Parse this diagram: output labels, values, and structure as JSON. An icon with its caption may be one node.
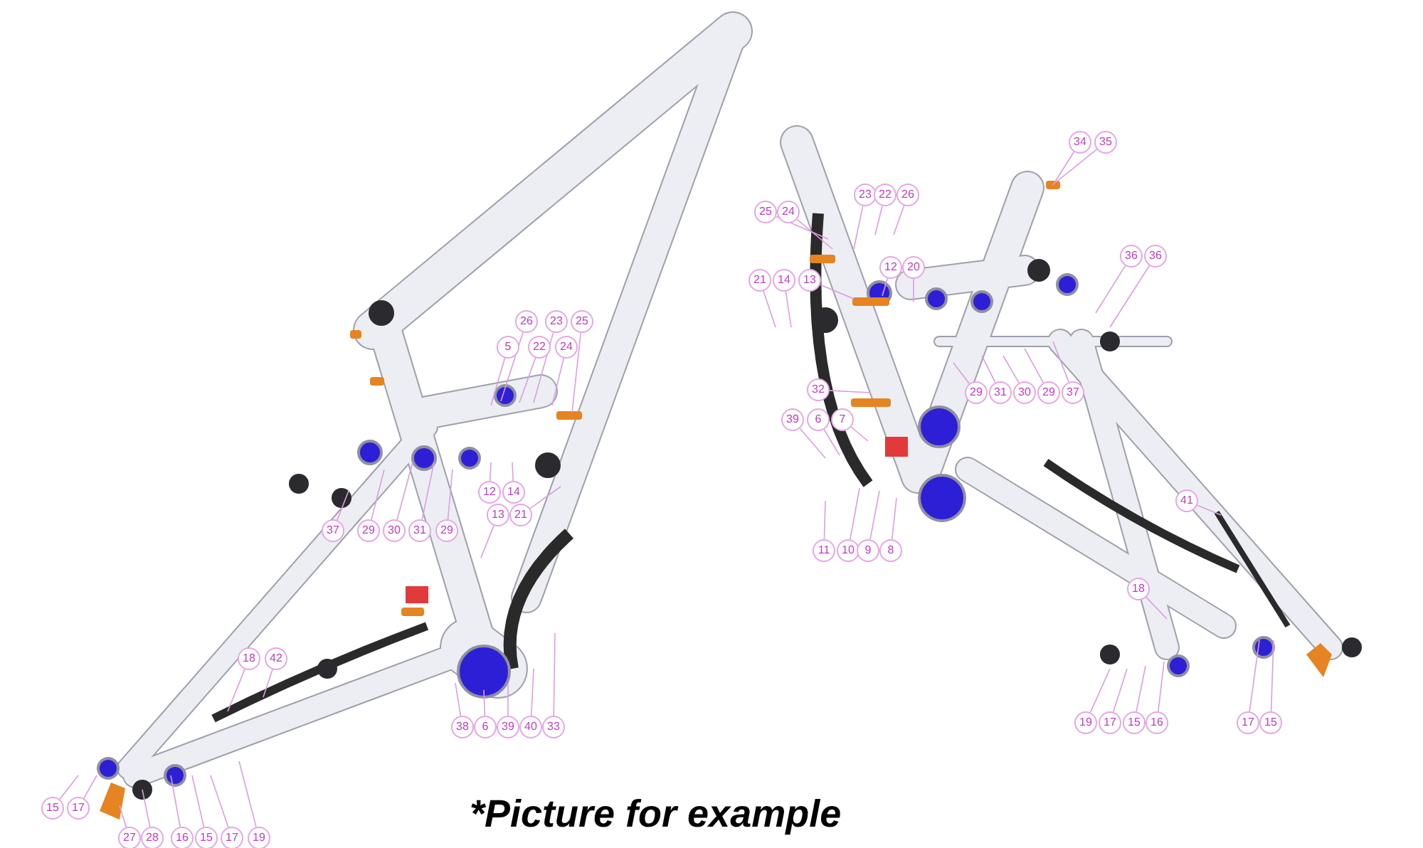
{
  "diagram": {
    "caption": "*Picture for example",
    "nodes": [
      {
        "text": [
          "26"
        ]
      },
      {
        "text": [
          "23"
        ]
      },
      {
        "text": [
          "25"
        ]
      },
      {
        "text": [
          "5"
        ]
      },
      {
        "text": [
          "22"
        ]
      },
      {
        "text": [
          "24"
        ]
      },
      {
        "text": [
          "12"
        ]
      },
      {
        "text": [
          "14"
        ]
      },
      {
        "text": [
          "13"
        ]
      },
      {
        "text": [
          "21"
        ]
      },
      {
        "text": [
          "37"
        ]
      },
      {
        "text": [
          "29"
        ]
      },
      {
        "text": [
          "30"
        ]
      },
      {
        "text": [
          "31"
        ]
      },
      {
        "text": [
          "29"
        ]
      },
      {
        "text": [
          "18"
        ]
      },
      {
        "text": [
          "42"
        ]
      },
      {
        "text": [
          "15"
        ]
      },
      {
        "text": [
          "17"
        ]
      },
      {
        "text": [
          "27"
        ]
      },
      {
        "text": [
          "28"
        ]
      },
      {
        "text": [
          "16"
        ]
      },
      {
        "text": [
          "15"
        ]
      },
      {
        "text": [
          "17"
        ]
      },
      {
        "text": [
          "19"
        ]
      },
      {
        "text": [
          "38"
        ]
      },
      {
        "text": [
          "6"
        ]
      },
      {
        "text": [
          "39"
        ]
      },
      {
        "text": [
          "40"
        ]
      },
      {
        "text": [
          "33"
        ]
      },
      {
        "text": [
          "34"
        ]
      },
      {
        "text": [
          "35"
        ]
      },
      {
        "text": [
          "23"
        ]
      },
      {
        "text": [
          "22"
        ]
      },
      {
        "text": [
          "26"
        ]
      },
      {
        "text": [
          "25"
        ]
      },
      {
        "text": [
          "24"
        ]
      },
      {
        "text": [
          "12"
        ]
      },
      {
        "text": [
          "20"
        ]
      },
      {
        "text": [
          "21"
        ]
      },
      {
        "text": [
          "14"
        ]
      },
      {
        "text": [
          "13"
        ]
      },
      {
        "text": [
          "36"
        ]
      },
      {
        "text": [
          "36"
        ]
      },
      {
        "text": [
          "32"
        ]
      },
      {
        "text": [
          "39"
        ]
      },
      {
        "text": [
          "6"
        ]
      },
      {
        "text": [
          "7"
        ]
      },
      {
        "text": [
          "11"
        ]
      },
      {
        "text": [
          "10"
        ]
      },
      {
        "text": [
          "9"
        ]
      },
      {
        "text": [
          "8"
        ]
      },
      {
        "text": [
          "29"
        ]
      },
      {
        "text": [
          "31"
        ]
      },
      {
        "text": [
          "30"
        ]
      },
      {
        "text": [
          "29"
        ]
      },
      {
        "text": [
          "37"
        ]
      },
      {
        "text": [
          "41"
        ]
      },
      {
        "text": [
          "18"
        ]
      },
      {
        "text": [
          "19"
        ]
      },
      {
        "text": [
          "17"
        ]
      },
      {
        "text": [
          "15"
        ]
      },
      {
        "text": [
          "16"
        ]
      },
      {
        "text": [
          "17"
        ]
      },
      {
        "text": [
          "15"
        ]
      }
    ],
    "edges": [
      {
        "from": 0,
        "to": null,
        "arrow": "none"
      },
      {
        "from": 1,
        "to": null,
        "arrow": "none"
      },
      {
        "from": 2,
        "to": null,
        "arrow": "none"
      },
      {
        "from": 3,
        "to": null,
        "arrow": "none"
      },
      {
        "from": 4,
        "to": null,
        "arrow": "none"
      },
      {
        "from": 5,
        "to": null,
        "arrow": "none"
      },
      {
        "from": 6,
        "to": null,
        "arrow": "none"
      },
      {
        "from": 7,
        "to": null,
        "arrow": "none"
      },
      {
        "from": 8,
        "to": null,
        "arrow": "none"
      },
      {
        "from": 9,
        "to": null,
        "arrow": "none"
      },
      {
        "from": 10,
        "to": null,
        "arrow": "none"
      },
      {
        "from": 11,
        "to": null,
        "arrow": "none"
      },
      {
        "from": 12,
        "to": null,
        "arrow": "none"
      },
      {
        "from": 13,
        "to": null,
        "arrow": "none"
      },
      {
        "from": 14,
        "to": null,
        "arrow": "none"
      },
      {
        "from": 15,
        "to": null,
        "arrow": "none"
      },
      {
        "from": 16,
        "to": null,
        "arrow": "none"
      },
      {
        "from": 17,
        "to": null,
        "arrow": "none"
      },
      {
        "from": 18,
        "to": null,
        "arrow": "none"
      },
      {
        "from": 19,
        "to": null,
        "arrow": "none"
      },
      {
        "from": 20,
        "to": null,
        "arrow": "none"
      },
      {
        "from": 21,
        "to": null,
        "arrow": "none"
      },
      {
        "from": 22,
        "to": null,
        "arrow": "none"
      },
      {
        "from": 23,
        "to": null,
        "arrow": "none"
      },
      {
        "from": 24,
        "to": null,
        "arrow": "none"
      },
      {
        "from": 25,
        "to": null,
        "arrow": "none"
      },
      {
        "from": 26,
        "to": null,
        "arrow": "none"
      },
      {
        "from": 27,
        "to": null,
        "arrow": "none"
      },
      {
        "from": 28,
        "to": null,
        "arrow": "none"
      },
      {
        "from": 29,
        "to": null,
        "arrow": "none"
      },
      {
        "from": 30,
        "to": null,
        "arrow": "none"
      },
      {
        "from": 31,
        "to": null,
        "arrow": "none"
      },
      {
        "from": 32,
        "to": null,
        "arrow": "none"
      },
      {
        "from": 33,
        "to": null,
        "arrow": "none"
      },
      {
        "from": 34,
        "to": null,
        "arrow": "none"
      },
      {
        "from": 35,
        "to": null,
        "arrow": "none"
      },
      {
        "from": 36,
        "to": null,
        "arrow": "none"
      },
      {
        "from": 37,
        "to": null,
        "arrow": "none"
      },
      {
        "from": 38,
        "to": null,
        "arrow": "none"
      },
      {
        "from": 39,
        "to": null,
        "arrow": "none"
      },
      {
        "from": 40,
        "to": null,
        "arrow": "none"
      },
      {
        "from": 41,
        "to": null,
        "arrow": "none"
      },
      {
        "from": 42,
        "to": null,
        "arrow": "none"
      },
      {
        "from": 43,
        "to": null,
        "arrow": "none"
      },
      {
        "from": 44,
        "to": null,
        "arrow": "none"
      },
      {
        "from": 45,
        "to": null,
        "arrow": "none"
      },
      {
        "from": 46,
        "to": null,
        "arrow": "none"
      },
      {
        "from": 47,
        "to": null,
        "arrow": "none"
      },
      {
        "from": 48,
        "to": null,
        "arrow": "none"
      },
      {
        "from": 49,
        "to": null,
        "arrow": "none"
      },
      {
        "from": 50,
        "to": null,
        "arrow": "none"
      },
      {
        "from": 51,
        "to": null,
        "arrow": "none"
      },
      {
        "from": 52,
        "to": null,
        "arrow": "none"
      },
      {
        "from": 53,
        "to": null,
        "arrow": "none"
      },
      {
        "from": 54,
        "to": null,
        "arrow": "none"
      },
      {
        "from": 55,
        "to": null,
        "arrow": "none"
      },
      {
        "from": 56,
        "to": null,
        "arrow": "none"
      },
      {
        "from": 57,
        "to": null,
        "arrow": "none"
      },
      {
        "from": 58,
        "to": null,
        "arrow": "none"
      },
      {
        "from": 59,
        "to": null,
        "arrow": "none"
      },
      {
        "from": 60,
        "to": null,
        "arrow": "none"
      },
      {
        "from": 61,
        "to": null,
        "arrow": "none"
      },
      {
        "from": 62,
        "to": null,
        "arrow": "none"
      },
      {
        "from": 63,
        "to": null,
        "arrow": "none"
      },
      {
        "from": 64,
        "to": null,
        "arrow": "none"
      }
    ]
  }
}
